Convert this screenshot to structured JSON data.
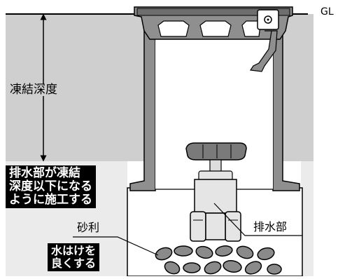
{
  "labels": {
    "ground_level": "GL",
    "frost_depth": "凍結深度",
    "drain_part": "排水部",
    "gravel": "砂利"
  },
  "notes": {
    "drain_below_frost": "排水部が凍結\n深度以下になる\nように施工する",
    "improve_drainage": "水はけを\n良くする"
  },
  "icons": {
    "frost_depth_arrow": "double-headed-vertical-arrow",
    "valve_handle": "valve-handle-icon",
    "lid_lock": "padlock-icon"
  },
  "colors": {
    "soil": "#cfcfcf",
    "frozen_band": "#ebebeb",
    "metal": "#8f8f8f",
    "outline": "#000000",
    "note_bg": "#000000",
    "note_text": "#ffffff"
  }
}
